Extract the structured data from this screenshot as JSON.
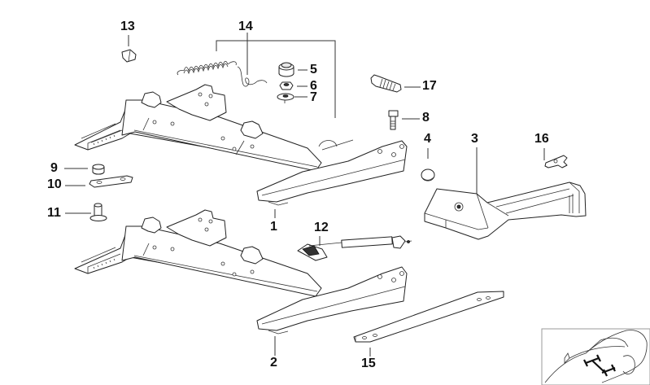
{
  "diagram": {
    "title": "Seat rail / slide adjustment parts diagram",
    "callouts": [
      {
        "id": "1",
        "label": "1"
      },
      {
        "id": "2",
        "label": "2"
      },
      {
        "id": "3",
        "label": "3"
      },
      {
        "id": "4",
        "label": "4"
      },
      {
        "id": "5",
        "label": "5"
      },
      {
        "id": "6",
        "label": "6"
      },
      {
        "id": "7",
        "label": "7"
      },
      {
        "id": "8",
        "label": "8"
      },
      {
        "id": "9",
        "label": "9"
      },
      {
        "id": "10",
        "label": "10"
      },
      {
        "id": "11",
        "label": "11"
      },
      {
        "id": "12",
        "label": "12"
      },
      {
        "id": "13",
        "label": "13"
      },
      {
        "id": "14",
        "label": "14"
      },
      {
        "id": "15",
        "label": "15"
      },
      {
        "id": "16",
        "label": "16"
      },
      {
        "id": "17",
        "label": "17"
      }
    ],
    "parts": {
      "p1": "upper-seat-rail",
      "p2": "lower-seat-rail",
      "p3": "trim-cover",
      "p4": "cap",
      "p5": "bushing",
      "p6": "nut",
      "p7": "washer",
      "p8": "bolt",
      "p9": "spacer",
      "p10": "plate",
      "p11": "rivet",
      "p12": "gas-strut",
      "p13": "clip",
      "p14": "springs",
      "p15": "flat-bar",
      "p16": "retaining-clip",
      "p17": "threaded-pin"
    },
    "thumbnail": {
      "label": "vehicle-location-thumbnail"
    }
  }
}
